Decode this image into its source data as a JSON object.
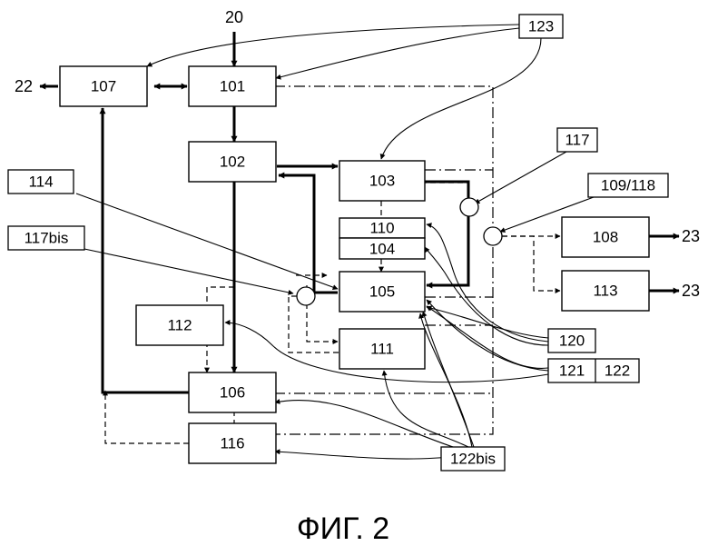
{
  "figure": {
    "caption": "ФИГ. 2",
    "blocks": {
      "b101": "101",
      "b102": "102",
      "b103": "103",
      "b104": "104",
      "b105": "105",
      "b106": "106",
      "b107": "107",
      "b108": "108",
      "b110": "110",
      "b111": "111",
      "b112": "112",
      "b113": "113",
      "b116": "116"
    },
    "refs": {
      "r114": "114",
      "r117bis": "117bis",
      "r117": "117",
      "r109_118": "109/118",
      "r123": "123",
      "r120": "120",
      "r121": "121",
      "r122": "122",
      "r122bis": "122bis"
    },
    "terminals": {
      "t20": "20",
      "t22": "22",
      "t23a": "23",
      "t23b": "23"
    }
  }
}
